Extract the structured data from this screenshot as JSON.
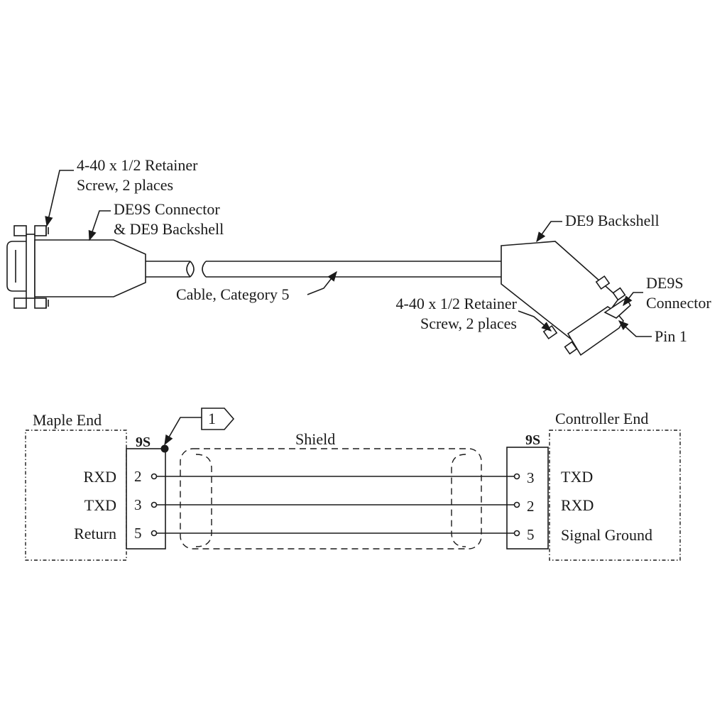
{
  "mechanical": {
    "left_screw_label": [
      "4-40 x 1/2 Retainer",
      "Screw, 2 places"
    ],
    "left_connector_label": [
      "DE9S Connector",
      "& DE9 Backshell"
    ],
    "cable_label": "Cable, Category 5",
    "right_backshell_label": "DE9 Backshell",
    "right_screw_label": [
      "4-40 x 1/2 Retainer",
      "Screw, 2 places"
    ],
    "right_connector_label": [
      "DE9S",
      "Connector"
    ],
    "pin1_label": "Pin 1"
  },
  "schematic": {
    "left_end": {
      "title": "Maple End",
      "connector": "9S",
      "signals": [
        "RXD",
        "TXD",
        "Return"
      ],
      "pins": [
        "2",
        "3",
        "5"
      ]
    },
    "right_end": {
      "title": "Controller End",
      "connector": "9S",
      "signals": [
        "TXD",
        "RXD",
        "Signal Ground"
      ],
      "pins": [
        "3",
        "2",
        "5"
      ]
    },
    "shield_label": "Shield",
    "note_flag": "1"
  }
}
